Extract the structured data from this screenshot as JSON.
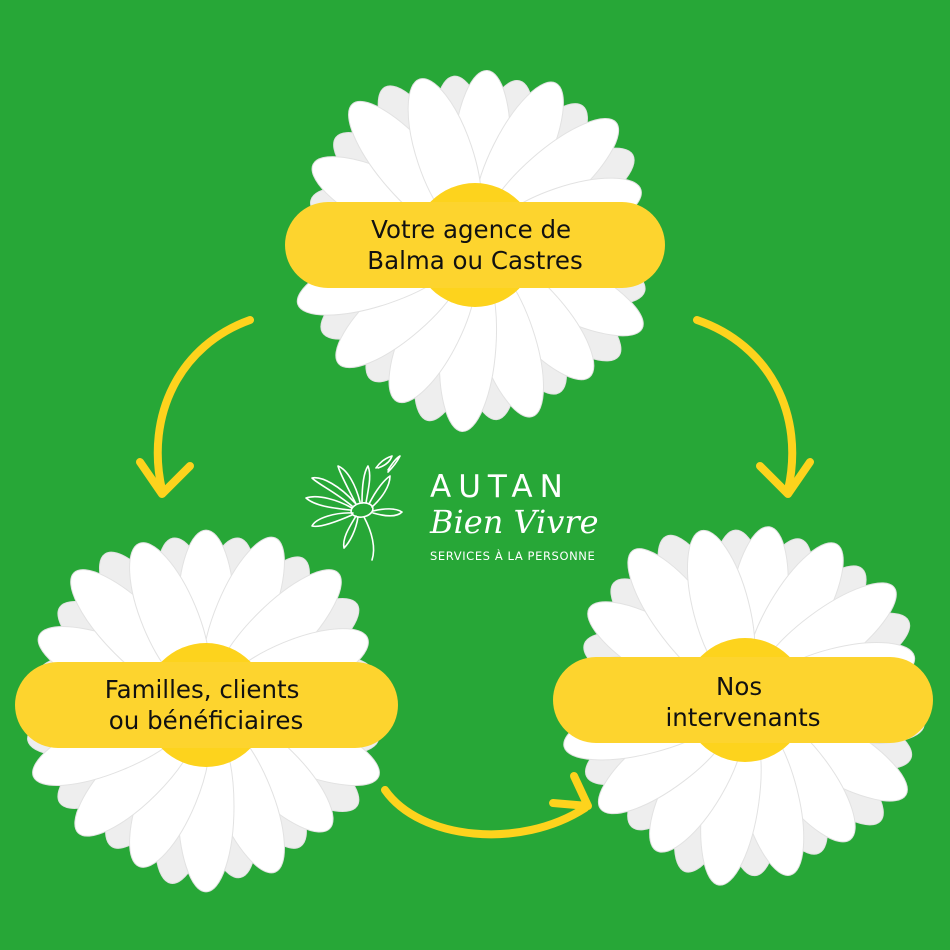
{
  "colors": {
    "background": "#27a737",
    "petal": "#ffffff",
    "center": "#fdd31d",
    "label_pill": "#fdd42e",
    "arrow": "#fdd31d"
  },
  "nodes": [
    {
      "id": "agence",
      "lines": [
        "Votre agence de",
        "Balma ou Castres"
      ]
    },
    {
      "id": "familles",
      "lines": [
        "Familles, clients",
        "ou bénéficiaires"
      ]
    },
    {
      "id": "intervenants",
      "lines": [
        "Nos",
        "intervenants"
      ]
    }
  ],
  "edges": [
    {
      "from": "agence",
      "to": "familles"
    },
    {
      "from": "agence",
      "to": "intervenants"
    },
    {
      "from": "familles",
      "to": "intervenants"
    }
  ],
  "logo": {
    "title": "AUTAN",
    "script": "Bien Vivre",
    "tagline": "SERVICES À LA PERSONNE",
    "icon": "daisy-line-icon"
  }
}
